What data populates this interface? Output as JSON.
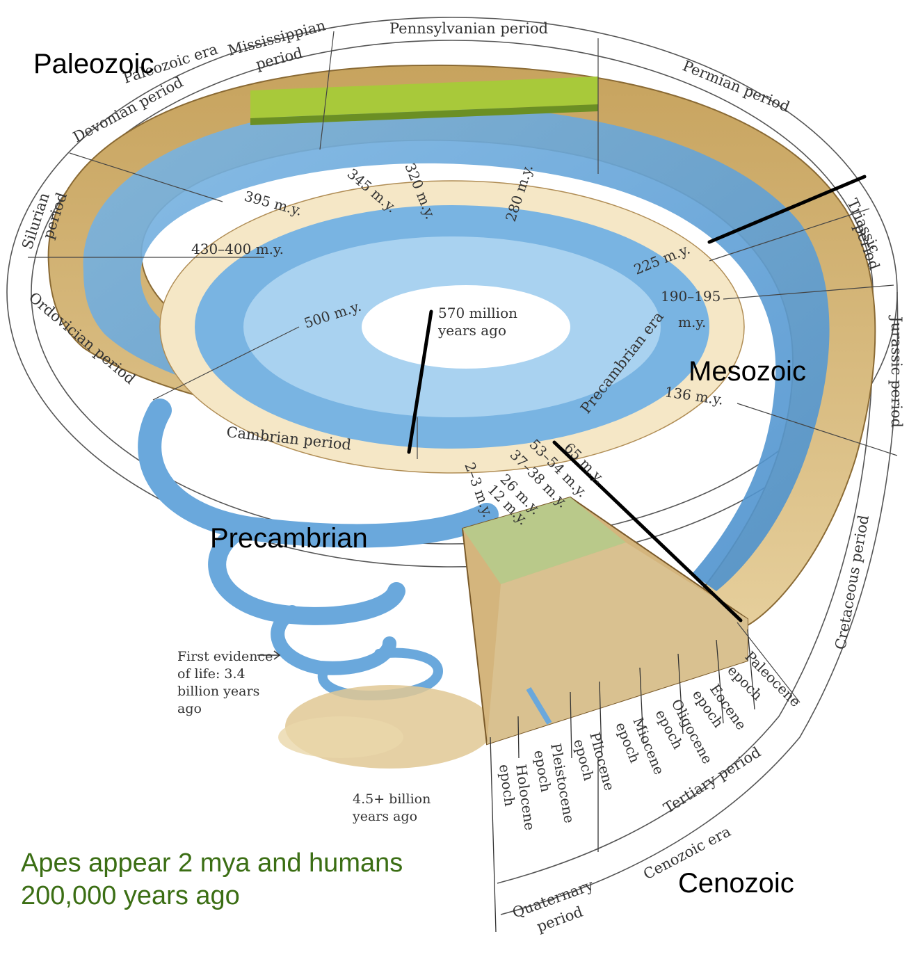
{
  "eras": {
    "paleozoic": "Paleozoic",
    "mesozoic": "Mesozoic",
    "precambrian": "Precambrian",
    "cenozoic": "Cenozoic"
  },
  "caption": {
    "line1": "Apes appear 2 mya and humans",
    "line2": "200,000 years ago"
  },
  "ring_labels": {
    "paleozoic_era": "Paleozoic era",
    "mississippian": "Mississippian",
    "mississippian_period": "period",
    "pennsylvanian": "Pennsylvanian period",
    "permian": "Permian period",
    "triassic": "Triassic",
    "triassic_period": "period",
    "jurassic": "Jurassic period",
    "cretaceous": "Cretaceous period",
    "tertiary": "Tertiary period",
    "cenozoic_era": "Cenozoic era",
    "quaternary": "Quaternary",
    "quaternary_period": "period",
    "devonian": "Devonian period",
    "silurian": "Silurian",
    "silurian_period": "period",
    "ordovician": "Ordovician period",
    "cambrian": "Cambrian period",
    "precambrian_era": "Precambrian era"
  },
  "ages": {
    "m395": "395 m.y.",
    "m345": "345 m.y.",
    "m320": "320 m.y.",
    "m280": "280 m.y.",
    "m430": "430–400 m.y.",
    "m500": "500 m.y.",
    "m570a": "570 million",
    "m570b": "years ago",
    "m225": "225 m.y.",
    "m190a": "190–195",
    "m190b": "m.y.",
    "m136": "136 m.y.",
    "m65": "65 m.y.",
    "m53": "53–54 m.y.",
    "m37": "37–38 m.y.",
    "m26": "26 m.y.",
    "m12": "12 m.y.",
    "m2": "2–3 m.y."
  },
  "epochs": {
    "paleocene": "Paleocene",
    "eocene": "Eocene",
    "oligocene": "Oligocene",
    "miocene": "Miocene",
    "pliocene": "Pliocene",
    "pleistocene": "Pleistocene",
    "holocene": "Holocene",
    "epoch": "epoch"
  },
  "notes": {
    "first_life_1": "First evidence",
    "first_life_2": "of life: 3.4",
    "first_life_3": "billion years",
    "first_life_4": "ago",
    "origin_1": "4.5+ billion",
    "origin_2": "years ago"
  },
  "colors": {
    "water": "#5b9fd6",
    "water_light": "#a9d2f0",
    "land": "#d9b778",
    "forest": "#6f9a2a",
    "caption": "#3b6e14"
  }
}
